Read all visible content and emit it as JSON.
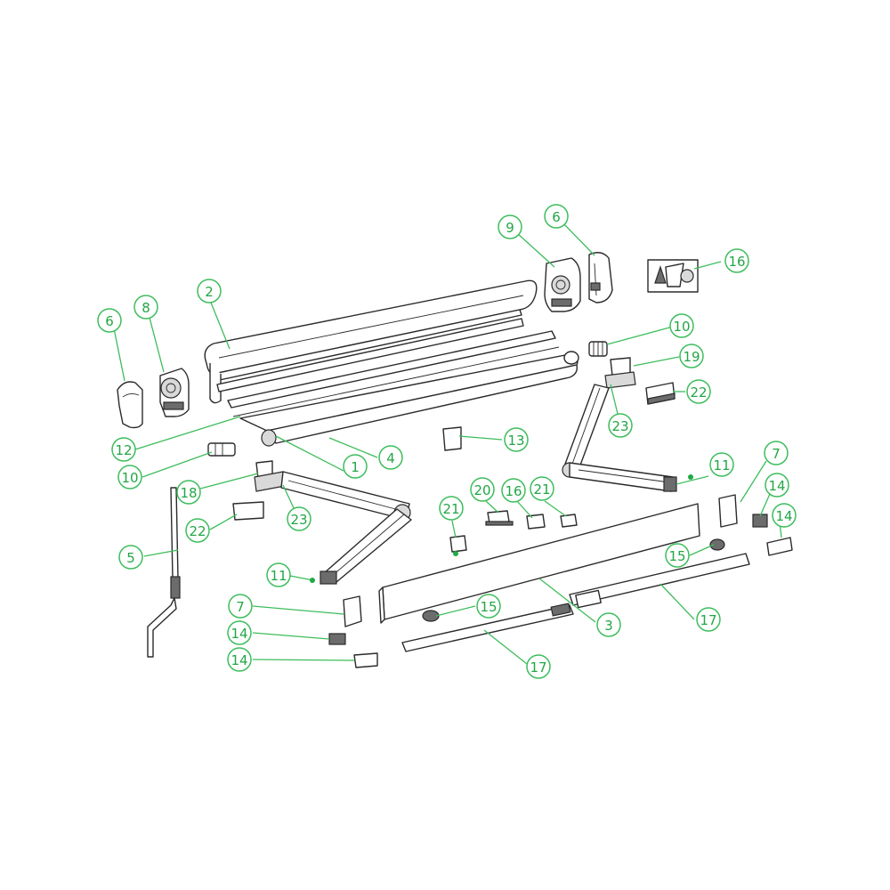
{
  "diagram": {
    "type": "exploded-parts-diagram",
    "accent_color": "#3dbd5c",
    "callouts": [
      {
        "id": "c2",
        "label": "2"
      },
      {
        "id": "c9",
        "label": "9"
      },
      {
        "id": "c6a",
        "label": "6"
      },
      {
        "id": "c16a",
        "label": "16"
      },
      {
        "id": "c6b",
        "label": "6"
      },
      {
        "id": "c8",
        "label": "8"
      },
      {
        "id": "c10a",
        "label": "10"
      },
      {
        "id": "c19",
        "label": "19"
      },
      {
        "id": "c22a",
        "label": "22"
      },
      {
        "id": "c23a",
        "label": "23"
      },
      {
        "id": "c12",
        "label": "12"
      },
      {
        "id": "c13",
        "label": "13"
      },
      {
        "id": "c4",
        "label": "4"
      },
      {
        "id": "c1",
        "label": "1"
      },
      {
        "id": "c10b",
        "label": "10"
      },
      {
        "id": "c11a",
        "label": "11"
      },
      {
        "id": "c7a",
        "label": "7"
      },
      {
        "id": "c18",
        "label": "18"
      },
      {
        "id": "c23b",
        "label": "23"
      },
      {
        "id": "c20",
        "label": "20"
      },
      {
        "id": "c16b",
        "label": "16"
      },
      {
        "id": "c21a",
        "label": "21"
      },
      {
        "id": "c14a",
        "label": "14"
      },
      {
        "id": "c14b",
        "label": "14"
      },
      {
        "id": "c22b",
        "label": "22"
      },
      {
        "id": "c21b",
        "label": "21"
      },
      {
        "id": "c5",
        "label": "5"
      },
      {
        "id": "c15a",
        "label": "15"
      },
      {
        "id": "c11b",
        "label": "11"
      },
      {
        "id": "c7b",
        "label": "7"
      },
      {
        "id": "c15b",
        "label": "15"
      },
      {
        "id": "c3",
        "label": "3"
      },
      {
        "id": "c17a",
        "label": "17"
      },
      {
        "id": "c14c",
        "label": "14"
      },
      {
        "id": "c14d",
        "label": "14"
      },
      {
        "id": "c17b",
        "label": "17"
      }
    ]
  }
}
